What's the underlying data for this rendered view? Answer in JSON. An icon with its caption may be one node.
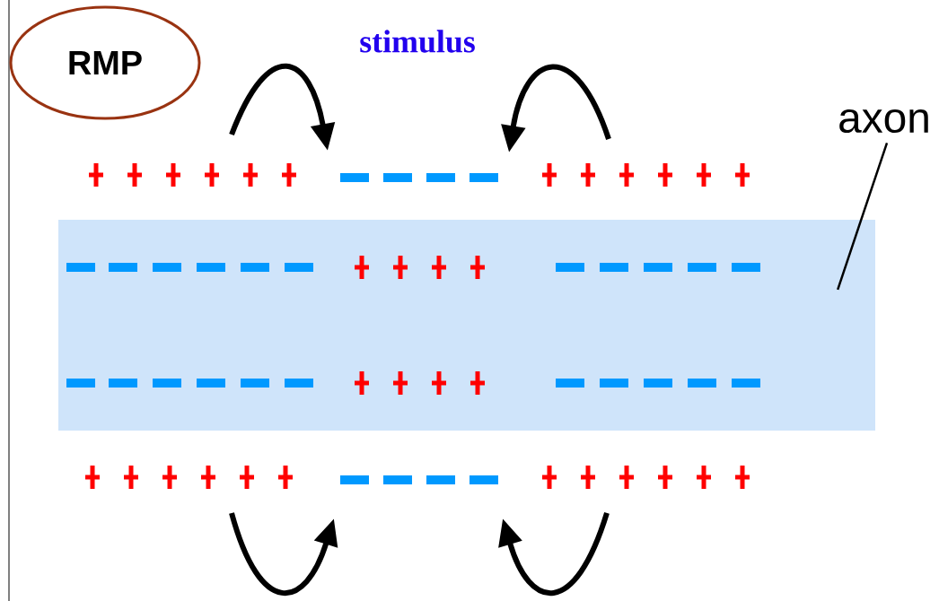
{
  "diagram": {
    "nodes": [
      {
        "text": [
          "RMP"
        ]
      },
      {
        "text": [
          "axon"
        ]
      },
      {
        "text": [],
        "shape": "bar"
      }
    ],
    "edges": [
      {
        "from": 1,
        "to": 2,
        "arrow": "none"
      }
    ],
    "labels": [
      "stimulus"
    ]
  }
}
